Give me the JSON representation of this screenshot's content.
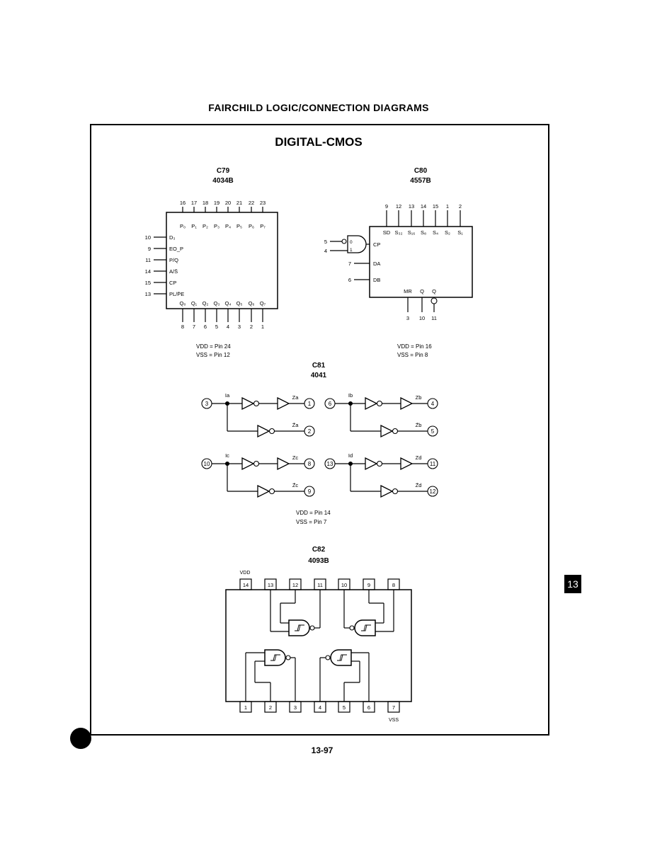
{
  "header": "FAIRCHILD LOGIC/CONNECTION DIAGRAMS",
  "section_title": "DIGITAL-CMOS",
  "page_number": "13-97",
  "tab_label": "13",
  "c79": {
    "code": "C79",
    "part": "4034B",
    "top_pins": [
      "16",
      "17",
      "18",
      "19",
      "20",
      "21",
      "22",
      "23"
    ],
    "top_labels": [
      "P₀",
      "P₁",
      "P₂",
      "P₃",
      "P₄",
      "P₅",
      "P₆",
      "P₇"
    ],
    "left_pins": [
      "10",
      "9",
      "11",
      "14",
      "15",
      "13"
    ],
    "left_labels": [
      "D₃",
      "EO_P",
      "P/Q",
      "A/S̄",
      "CP",
      "PL/P̄E"
    ],
    "bottom_pins": [
      "8",
      "7",
      "6",
      "5",
      "4",
      "3",
      "2",
      "1"
    ],
    "bottom_labels": [
      "Q₀",
      "Q₁",
      "Q₂",
      "Q₃",
      "Q₄",
      "Q₅",
      "Q₆",
      "Q₇"
    ],
    "vdd": "VDD = Pin 24",
    "vss": "VSS = Pin 12"
  },
  "c80": {
    "code": "C80",
    "part": "4557B",
    "top_pins": [
      "9",
      "12",
      "13",
      "14",
      "15",
      "1",
      "2"
    ],
    "top_labels": [
      "SD",
      "S₃₂",
      "S₁₆",
      "S₈",
      "S₄",
      "S₂",
      "S₁"
    ],
    "gate_pins": [
      "5",
      "4"
    ],
    "gate_labels": [
      "0",
      "1"
    ],
    "cp_label": "CP",
    "left_pins": [
      "7",
      "6"
    ],
    "left_labels": [
      "DA",
      "DB"
    ],
    "bottom_pins": [
      "3",
      "10",
      "11"
    ],
    "bottom_labels": [
      "MR",
      "Q",
      "Q"
    ],
    "vdd": "VDD = Pin 16",
    "vss": "VSS = Pin 8"
  },
  "c81": {
    "code": "C81",
    "part": "4041",
    "cells": [
      {
        "in_pin": "3",
        "in_label": "Ia",
        "out_pin": "1",
        "out_label": "Za",
        "outn_pin": "2",
        "outn_label": "Z̄a"
      },
      {
        "in_pin": "6",
        "in_label": "Ib",
        "out_pin": "4",
        "out_label": "Zb",
        "outn_pin": "5",
        "outn_label": "Z̄b"
      },
      {
        "in_pin": "10",
        "in_label": "Ic",
        "out_pin": "8",
        "out_label": "Zc",
        "outn_pin": "9",
        "outn_label": "Z̄c"
      },
      {
        "in_pin": "13",
        "in_label": "Id",
        "out_pin": "11",
        "out_label": "Zd",
        "outn_pin": "12",
        "outn_label": "Z̄d"
      }
    ],
    "vdd": "VDD = Pin 14",
    "vss": "VSS = Pin 7"
  },
  "c82": {
    "code": "C82",
    "part": "4093B",
    "top_pins": [
      "14",
      "13",
      "12",
      "11",
      "10",
      "9",
      "8"
    ],
    "bottom_pins": [
      "1",
      "2",
      "3",
      "4",
      "5",
      "6",
      "7"
    ],
    "vdd_label": "VDD",
    "vss_label": "VSS"
  }
}
